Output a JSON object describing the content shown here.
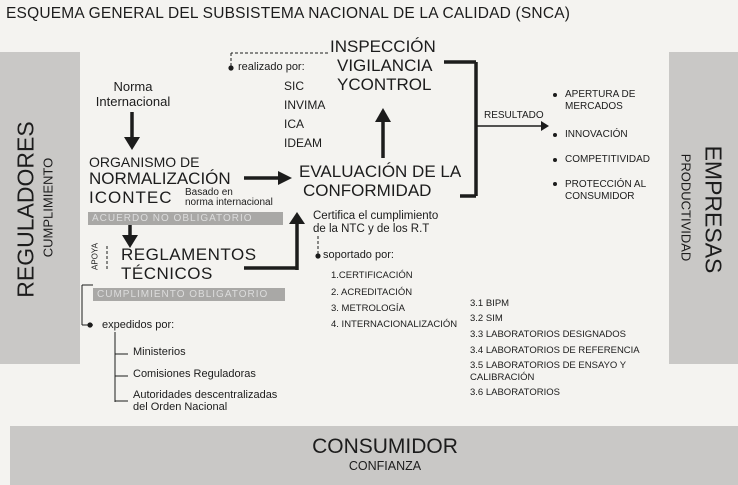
{
  "title": "ESQUEMA GENERAL DEL SUBSISTEMA NACIONAL DE LA CALIDAD (SNCA)",
  "left_band": {
    "main": "REGULADORES",
    "sub": "CUMPLIMIENTO"
  },
  "right_band": {
    "main": "EMPRESAS",
    "sub": "PRODUCTIVIDAD"
  },
  "bottom_band": {
    "main": "CONSUMIDOR",
    "sub": "CONFIANZA"
  },
  "norma": {
    "line1": "Norma",
    "line2": "Internacional"
  },
  "organismo": {
    "line1": "ORGANISMO DE",
    "line2": "NORMALIZACIÓN",
    "line3": "ICONTEC",
    "basado1": "Basado en",
    "basado2": "norma internacional",
    "ghost": "ACUERDO NO OBLIGATORIO"
  },
  "apoya": "APOYA",
  "reglamentos": {
    "line1": "REGLAMENTOS",
    "line2": "TÉCNICOS",
    "ghost": "CUMPLIMIENTO OBLIGATORIO"
  },
  "expedidos": {
    "label": "expedidos por:",
    "items": [
      "Ministerios",
      "Comisiones Reguladoras",
      "Autoridades descentralizadas",
      "del Orden Nacional"
    ]
  },
  "inspeccion": {
    "line1": "INSPECCIÓN",
    "line2": "VIGILANCIA",
    "line3": "YCONTROL",
    "realizado": "realizado por:",
    "entities": [
      "SIC",
      "INVIMA",
      "ICA",
      "IDEAM"
    ]
  },
  "evaluacion": {
    "line1": "EVALUACIÓN DE LA",
    "line2": "CONFORMIDAD"
  },
  "certifica": {
    "line1": "Certifica el cumplimiento",
    "line2": "de la NTC y de los R.T"
  },
  "soportado": {
    "label": "soportado por:",
    "items": [
      "1.CERTIFICACIÓN",
      "2. ACREDITACIÓN",
      "3. METROLOGÍA",
      "4. INTERNACIONALIZACIÓN"
    ]
  },
  "metrologia": [
    "3.1 BIPM",
    "3.2 SIM",
    "3.3 LABORATORIOS DESIGNADOS",
    "3.4 LABORATORIOS DE REFERENCIA",
    "3.5 LABORATORIOS DE ENSAYO Y",
    "CALIBRACIÓN",
    "3.6 LABORATORIOS"
  ],
  "resultado": "RESULTADO",
  "outcomes": [
    {
      "line1": "APERTURA DE",
      "line2": "MERCADOS"
    },
    {
      "line1": "INNOVACIÓN",
      "line2": ""
    },
    {
      "line1": "COMPETITIVIDAD",
      "line2": ""
    },
    {
      "line1": "PROTECCIÓN AL",
      "line2": "CONSUMIDOR"
    }
  ]
}
